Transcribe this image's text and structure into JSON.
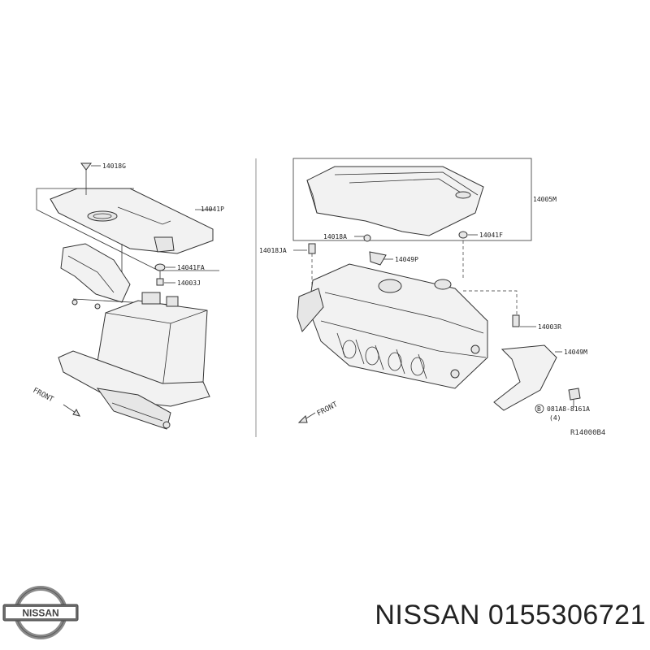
{
  "callouts": {
    "c14018G": "14018G",
    "c14041P": "14041P",
    "c14041FA": "14041FA",
    "c14003J": "14003J",
    "c14005M": "14005M",
    "c14018A": "14018A",
    "c14041F": "14041F",
    "c14018JA": "14018JA",
    "c14049P": "14049P",
    "c14003R": "14003R",
    "c14049M": "14049M",
    "bolt": "081A8-8161A",
    "bolt_qty": "(4)",
    "bolt_marker": "B"
  },
  "front_label": "FRONT",
  "reference_code": "R14000B4",
  "logo_text": "NISSAN",
  "brand_text": "NISSAN 0155306721",
  "colors": {
    "ink": "#333333",
    "background": "#ffffff"
  }
}
